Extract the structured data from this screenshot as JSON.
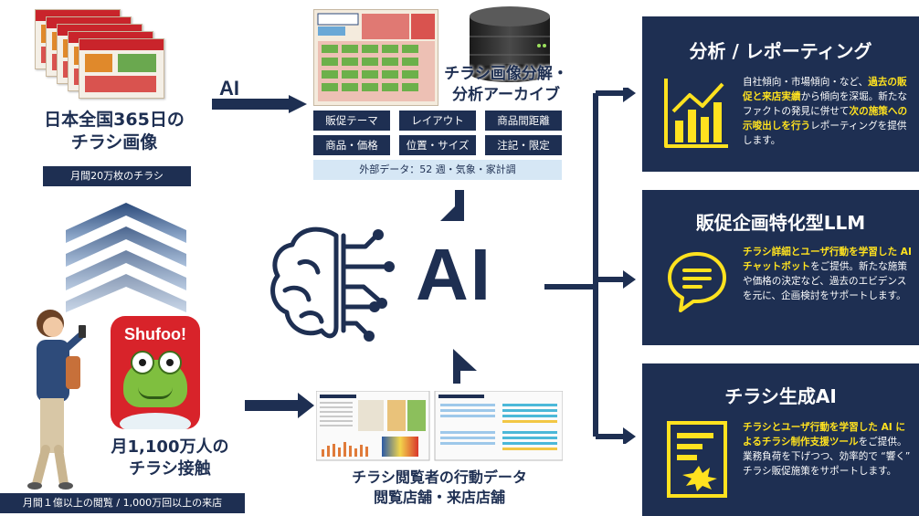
{
  "left": {
    "source_title_line1": "日本全国365日の",
    "source_title_line2": "チラシ画像",
    "source_badge": "月間20万枚のチラシ",
    "app_name": "Shufoo!",
    "contact_line1": "月1,100万人の",
    "contact_line2": "チラシ接触",
    "footer": "月間１億以上の閲覧 / 1,000万回以上の来店"
  },
  "middle": {
    "ai_label": "AI",
    "archive_title_line1": "チラシ画像分解・",
    "archive_title_line2": "分析アーカイブ",
    "tags": [
      "販促テーマ",
      "レイアウト",
      "商品間距離",
      "商品・価格",
      "位置・サイズ",
      "注記・限定"
    ],
    "external_data": "外部データ：52 週・気象・家計調",
    "center_ai": "AI",
    "behavior_title_line1": "チラシ閲覧者の行動データ",
    "behavior_title_line2": "閲覧店舗・来店店舗"
  },
  "panels": [
    {
      "title": "分析 / レポーティング",
      "icon": "bar-chart-icon",
      "body": [
        {
          "t": "自社傾向・市場傾向・など、",
          "y": false
        },
        {
          "t": "過去の販促と来店実績",
          "y": true
        },
        {
          "t": "から傾向を深堀。新たなファクトの発見に併せて",
          "y": false
        },
        {
          "t": "次の施策への示唆出しを行う",
          "y": true
        },
        {
          "t": "レポーティングを提供します。",
          "y": false
        }
      ]
    },
    {
      "title": "販促企画特化型LLM",
      "icon": "chat-bubble-icon",
      "body": [
        {
          "t": "チラシ詳細とユーザ行動を学習した AI チャットボット",
          "y": true
        },
        {
          "t": "をご提供。新たな施策や価格の決定など、過去のエビデンスを元に、企画検討をサポートします。",
          "y": false
        }
      ]
    },
    {
      "title": "チラシ生成AI",
      "icon": "flyer-document-icon",
      "body": [
        {
          "t": "チラシとユーザ行動を学習した AI によるチラシ制作支援ツール",
          "y": true
        },
        {
          "t": "をご提供。業務負荷を下げつつ、効率的で “響く” チラシ販促施策をサポートします。",
          "y": false
        }
      ]
    }
  ],
  "colors": {
    "navy": "#1e2f52",
    "accent_yellow": "#ffe21f",
    "brand_red": "#d8232a",
    "light_blue": "#d6e7f5"
  }
}
